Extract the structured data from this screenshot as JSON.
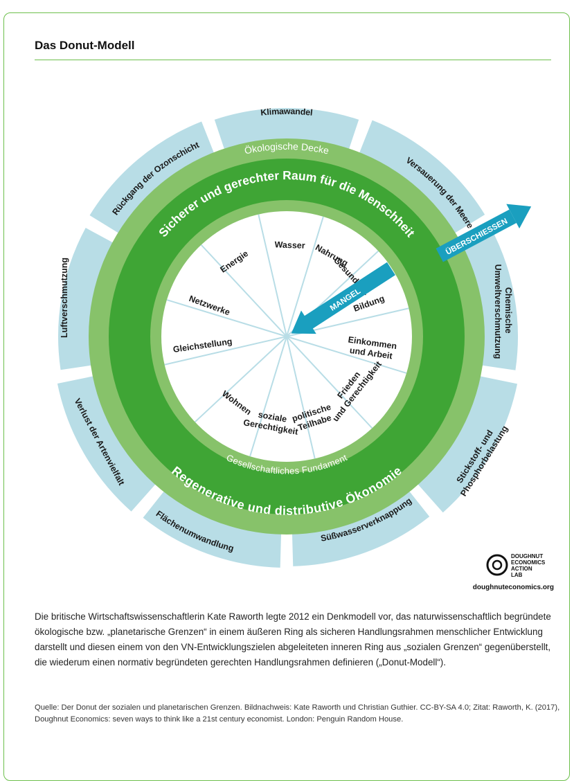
{
  "title": "Das Donut-Modell",
  "rings": {
    "outer_boundaries": [
      "Klimawandel",
      "Versauerung der Meere",
      "Chemische Umweltverschmutzung",
      "Stickstoff- und Phosphorbelastung",
      "Süßwasserverknappung",
      "Flächenumwandlung",
      "Verlust der Artenvielfalt",
      "Luftverschmutzung",
      "Rückgang der Ozonschicht"
    ],
    "ceiling_label": "Ökologische Decke",
    "foundation_label": "Gesellschaftliches Fundament",
    "safe_space_label": "Sicherer und gerechter Raum für die Menschheit",
    "economy_label": "Regenerative und distributive Ökonomie",
    "social_foundation": [
      "Wasser",
      "Nahrung",
      "Gesundheit",
      "Bildung",
      "Einkommen und Arbeit",
      "Frieden und Gerechtigkeit",
      "politische Teilhabe",
      "soziale Gerechtigkeit",
      "Wohnen",
      "Gleichstellung",
      "Netzwerke",
      "Energie"
    ],
    "overshoot_label": "ÜBERSCHIESSEN",
    "shortfall_label": "MANGEL"
  },
  "colors": {
    "light_blue": "#b8dde6",
    "outer_green": "#87c26a",
    "dark_green": "#3fa535",
    "arrow_teal": "#1a9fbf",
    "frame_green": "#6cbf4b"
  },
  "logo": {
    "line1": "DOUGHNUT",
    "line2": "ECONOMICS",
    "line3": "ACTION",
    "line4": "LAB",
    "url": "doughnuteconomics.org"
  },
  "description": "Die britische Wirtschaftswissenschaftlerin Kate Raworth legte 2012 ein Denkmodell vor, das natur­wissenschaftlich begründete ökologische bzw. „planetarische Grenzen“ in einem äußeren Ring als sicheren Handlungsrahmen menschlicher Entwicklung darstellt und diesen einem von den VN-Entwicklungszielen abgeleiteten inneren Ring aus „sozialen Grenzen“ gegenüberstellt, die wieder­um einen normativ begründeten gerechten Handlungsrahmen definieren („Donut-Modell“).",
  "source": "Quelle: Der Donut der sozialen und planetarischen Grenzen. Bildnachweis: Kate Raworth und Christian Guthier. CC-BY-SA 4.0; Zitat: Raworth, K. (2017), Doughnut Economics: seven ways to think like a 21st century economist. London: Penguin Random House."
}
